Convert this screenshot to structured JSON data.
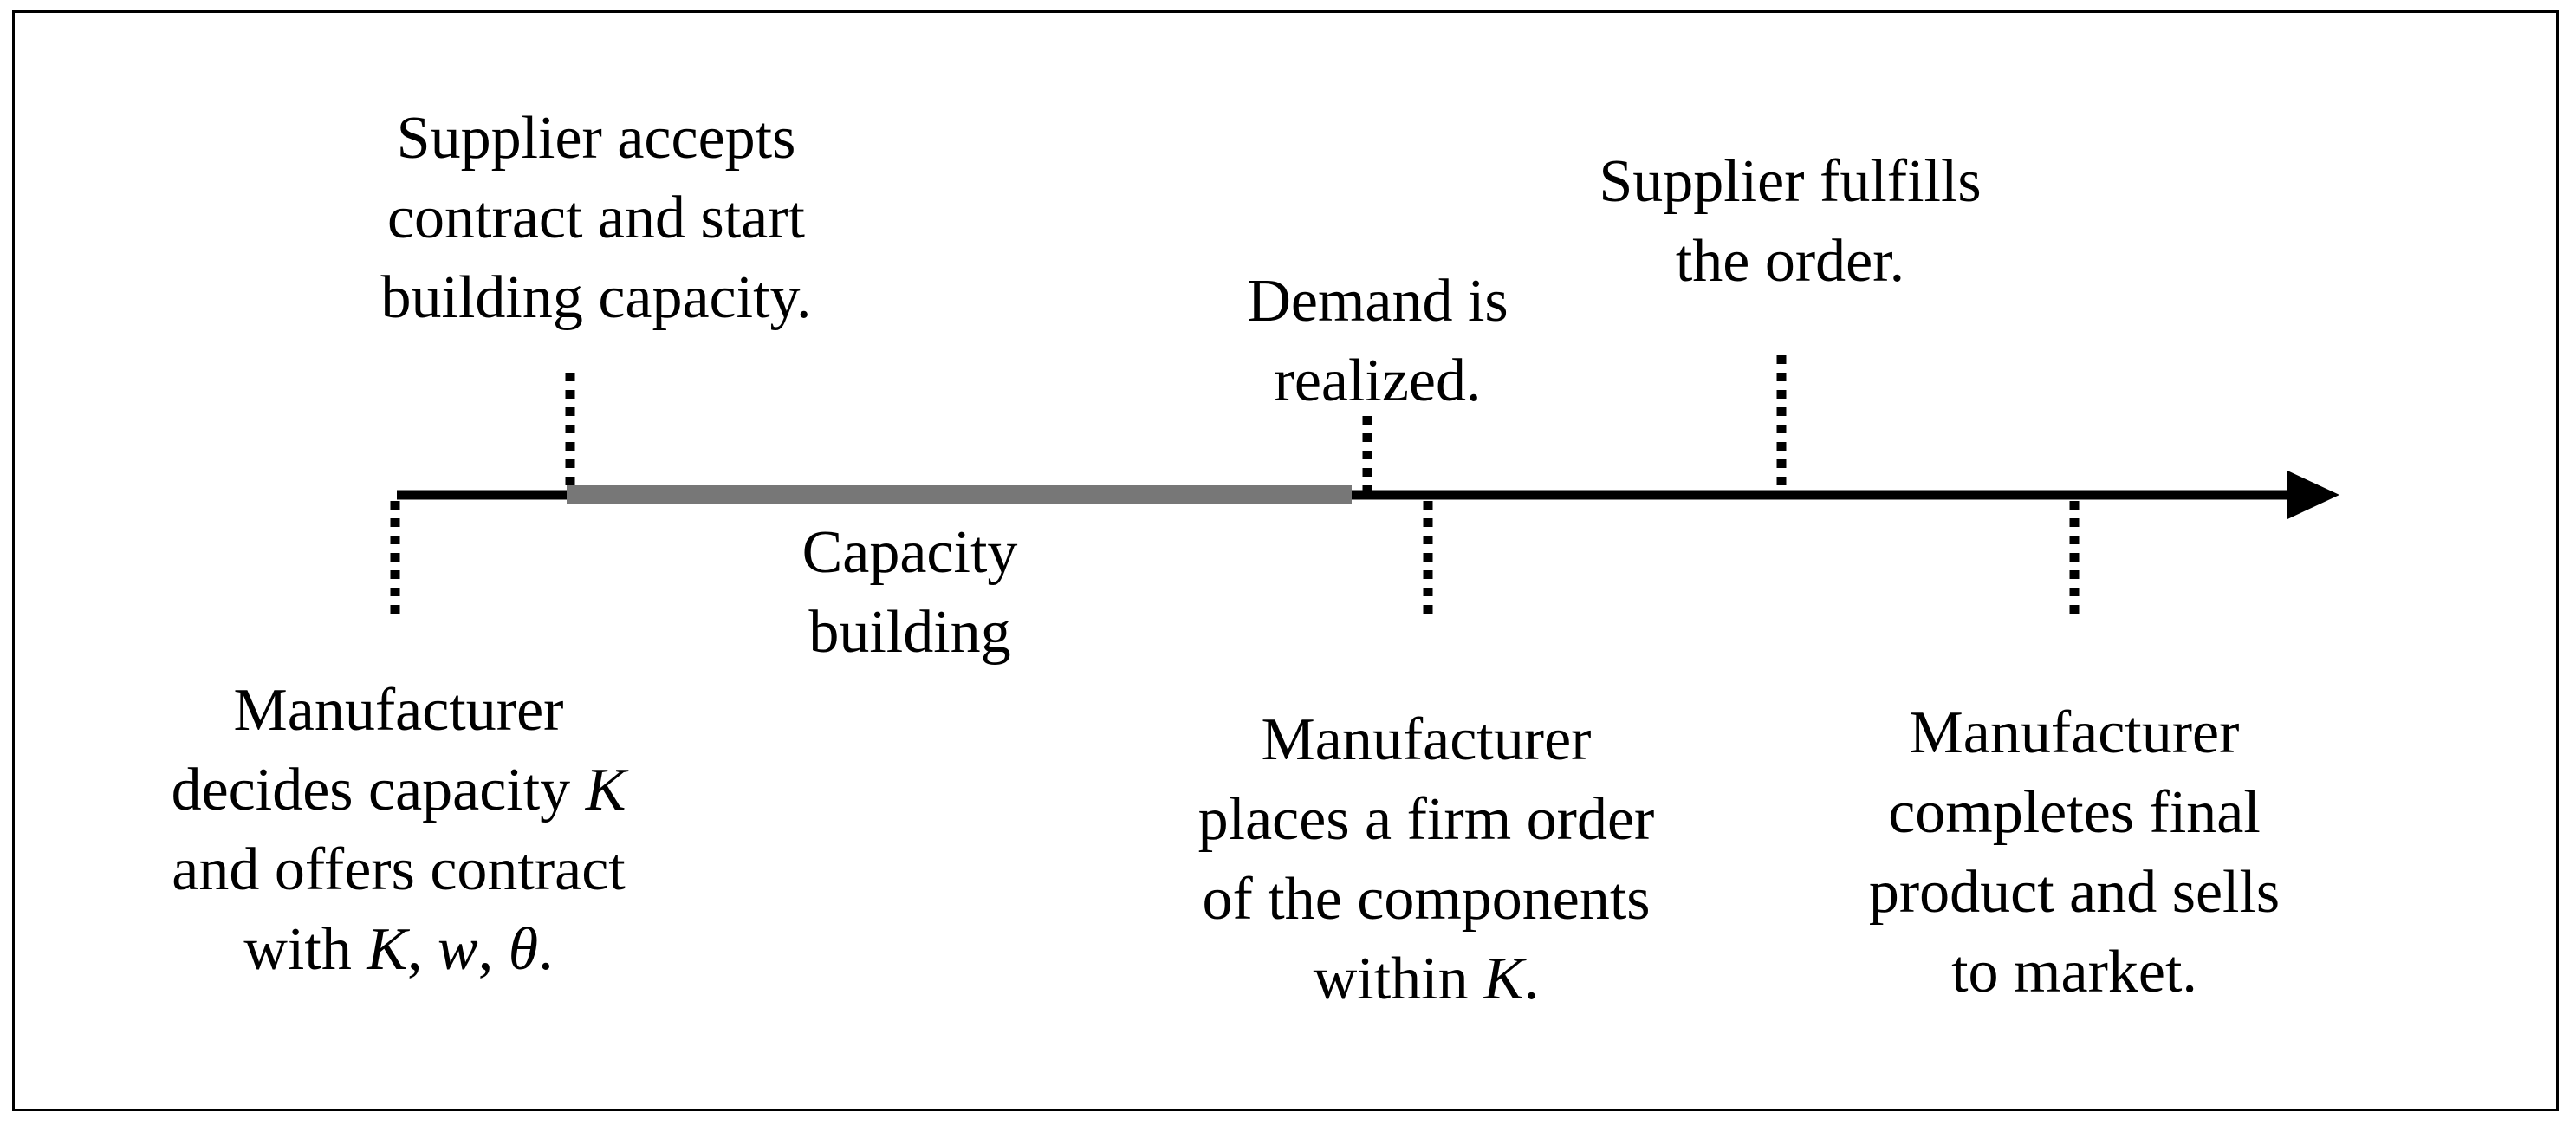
{
  "events": {
    "supplier_accepts": {
      "lines": [
        "Supplier accepts",
        "contract and start",
        "building capacity."
      ]
    },
    "demand_realized": {
      "lines": [
        "Demand is",
        "realized."
      ]
    },
    "supplier_fulfills": {
      "lines": [
        "Supplier fulfills",
        "the order."
      ]
    },
    "capacity_building": {
      "lines": [
        "Capacity",
        "building"
      ]
    },
    "manufacturer_decides": {
      "lines": [
        "Manufacturer",
        "decides  capacity ",
        "K",
        "and offers contract",
        "with ",
        "K",
        ", ",
        "w",
        ",  ",
        "θ",
        "."
      ]
    },
    "manufacturer_places": {
      "lines": [
        "Manufacturer",
        "places  a firm order",
        "of the components",
        "within ",
        "K",
        "."
      ]
    },
    "manufacturer_completes": {
      "lines": [
        "Manufacturer",
        "completes  final",
        "product  and sells",
        "to market."
      ]
    }
  },
  "colors": {
    "axis": "#000000",
    "capacity_bar": "#777777",
    "text": "#000000"
  }
}
